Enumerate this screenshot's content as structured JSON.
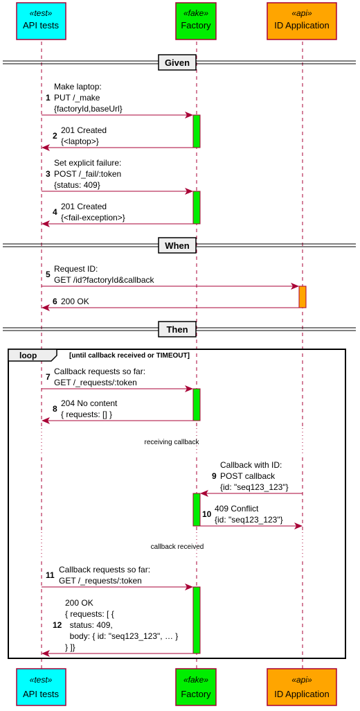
{
  "colors": {
    "test": "#00ffff",
    "fake": "#00ee00",
    "api": "#ffa500",
    "participant_border": "#a80036",
    "arrow": "#a80036",
    "lifeline": "#a80036",
    "activation_fake": "#00ee00",
    "activation_api": "#ffa500"
  },
  "participants": [
    {
      "id": "api_tests",
      "stereotype": "«test»",
      "name": "API tests",
      "color_key": "test"
    },
    {
      "id": "factory",
      "stereotype": "«fake»",
      "name": "Factory",
      "color_key": "fake"
    },
    {
      "id": "id_app",
      "stereotype": "«api»",
      "name": "ID Application",
      "color_key": "api"
    }
  ],
  "dividers": [
    {
      "label": "Given"
    },
    {
      "label": "When"
    },
    {
      "label": "Then"
    }
  ],
  "loop": {
    "keyword": "loop",
    "condition": "[until callback received or TIMEOUT]"
  },
  "delays": [
    {
      "label": "receiving callback"
    },
    {
      "label": "callback received"
    }
  ],
  "messages": [
    {
      "num": "1",
      "lines": [
        "Make laptop:",
        "PUT /_make",
        "{factoryId,baseUrl}"
      ]
    },
    {
      "num": "2",
      "lines": [
        "201 Created",
        "{<laptop>}"
      ]
    },
    {
      "num": "3",
      "lines": [
        "Set explicit failure:",
        "POST /_fail/:token",
        "{status: 409}"
      ]
    },
    {
      "num": "4",
      "lines": [
        "201 Created",
        "{<fail-exception>}"
      ]
    },
    {
      "num": "5",
      "lines": [
        "Request ID:",
        "GET /id?factoryId&callback"
      ]
    },
    {
      "num": "6",
      "lines": [
        "200 OK"
      ]
    },
    {
      "num": "7",
      "lines": [
        "Callback requests so far:",
        "GET /_requests/:token"
      ]
    },
    {
      "num": "8",
      "lines": [
        "204 No content",
        "{ requests: [] }"
      ]
    },
    {
      "num": "9",
      "lines": [
        "Callback with ID:",
        "POST callback",
        "{id: \"seq123_123\"}"
      ]
    },
    {
      "num": "10",
      "lines": [
        "409 Conflict",
        "{id: \"seq123_123\"}"
      ]
    },
    {
      "num": "11",
      "lines": [
        "Callback requests so far:",
        "GET /_requests/:token"
      ]
    },
    {
      "num": "12",
      "lines": [
        "200 OK",
        "{ requests: [ {",
        "  status: 409,",
        "  body: { id: \"seq123_123\", … }",
        "} ]}"
      ]
    }
  ]
}
